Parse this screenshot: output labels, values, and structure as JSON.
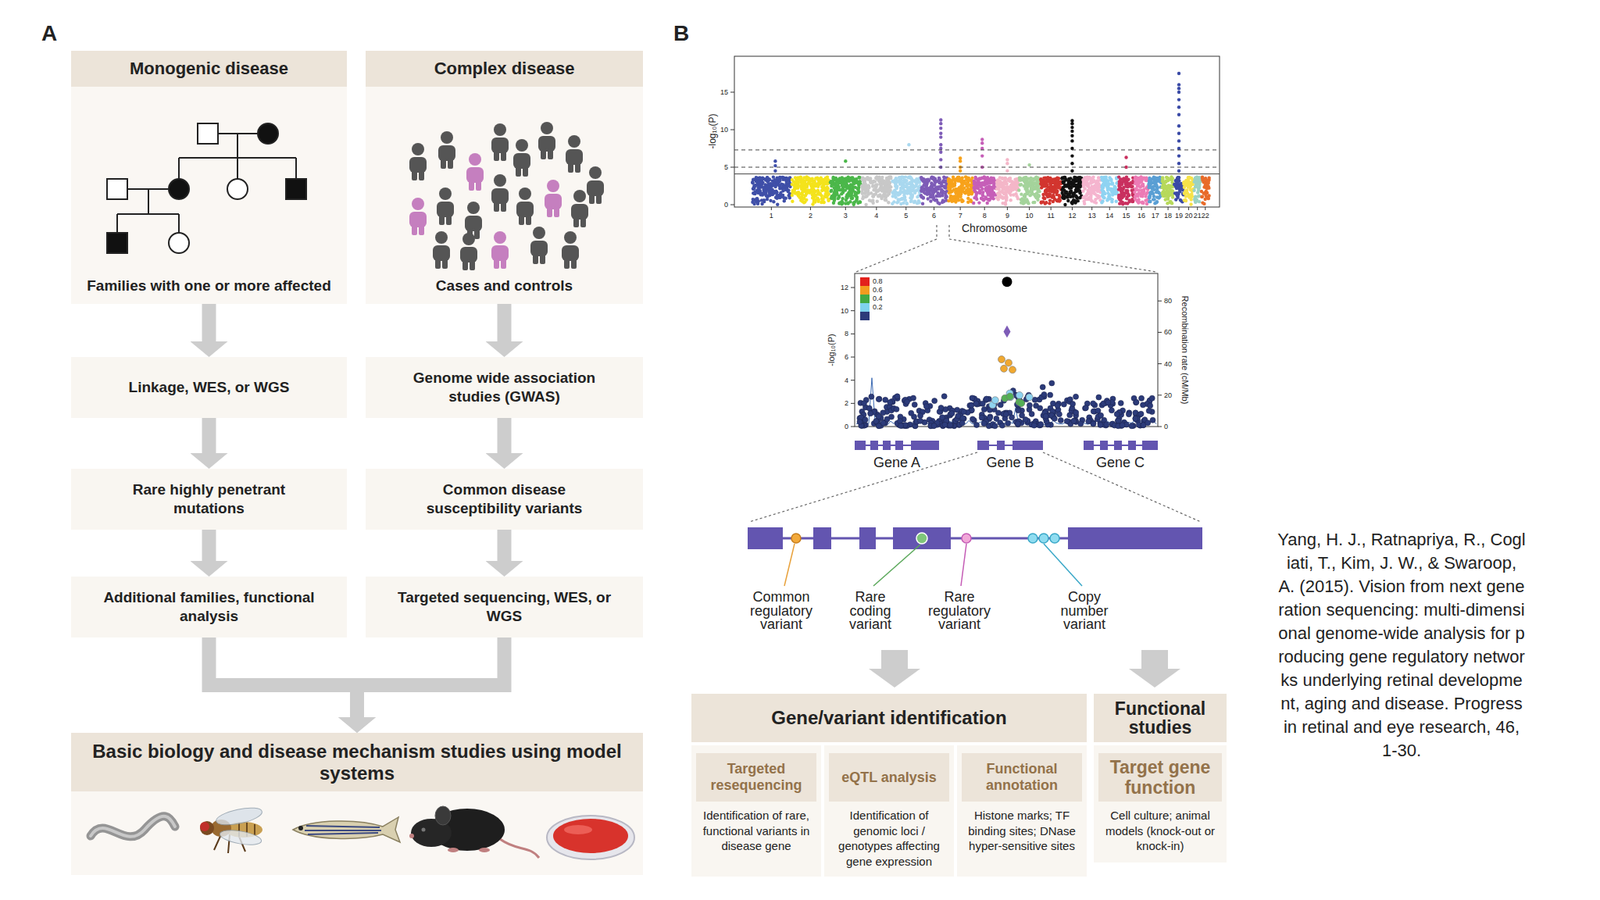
{
  "diagram": {
    "caption": "Yang, H. J., Ratnapriya, R., Cogliati, T., Kim, J. W., & Swaroop, A. (2015). Vision from next generation sequencing: multi-dimensional genome-wide analysis for producing gene regulatory networks underlying retinal development, aging and disease. Progress in retinal and eye research, 46, 1-30.",
    "nodes": [
      {
        "text": [
          "Monogenic disease"
        ]
      },
      {
        "text": [
          "Complex disease"
        ]
      },
      {
        "text": [
          "Families with one or more affected"
        ]
      },
      {
        "text": [
          "Cases and controls"
        ]
      },
      {
        "text": [
          "Linkage, WES, or WGS"
        ]
      },
      {
        "text": [
          "Genome wide association studies (GWAS)"
        ]
      },
      {
        "text": [
          "Rare highly penetrant mutations"
        ]
      },
      {
        "text": [
          "Common disease susceptibility variants"
        ]
      },
      {
        "text": [
          "Additional families, functional analysis"
        ]
      },
      {
        "text": [
          "Targeted sequencing, WES, or WGS"
        ]
      },
      {
        "text": [
          "Basic biology and disease mechanism studies using model systems"
        ]
      },
      {
        "text": [
          "Gene/variant identification"
        ]
      },
      {
        "text": [
          "Targeted resequencing",
          "Identification of rare, functional variants in disease gene"
        ],
        "in": 11
      },
      {
        "text": [
          "eQTL analysis",
          "Identification of genomic loci / genotypes affecting gene expression"
        ],
        "in": 11
      },
      {
        "text": [
          "Functional annotation",
          "Histone marks; TF binding sites; DNase hyper-sensitive sites"
        ],
        "in": 11
      },
      {
        "text": [
          "Functional studies"
        ]
      },
      {
        "text": [
          "Target gene function",
          "Cell culture; animal models (knock-out or knock-in)"
        ],
        "in": 15
      }
    ],
    "edges": [
      {
        "from": 2,
        "to": 4,
        "arrow": "to"
      },
      {
        "from": 4,
        "to": 6,
        "arrow": "to"
      },
      {
        "from": 6,
        "to": 8,
        "arrow": "to"
      },
      {
        "from": 3,
        "to": 5,
        "arrow": "to"
      },
      {
        "from": 5,
        "to": 7,
        "arrow": "to"
      },
      {
        "from": 7,
        "to": 9,
        "arrow": "to"
      },
      {
        "from": 8,
        "to": 10,
        "arrow": "to"
      },
      {
        "from": 9,
        "to": 10,
        "arrow": "to"
      }
    ],
    "labels": [
      "A",
      "B",
      "-log₁₀(P)",
      "0",
      "5",
      "10",
      "15",
      "1",
      "2",
      "3",
      "4",
      "5",
      "6",
      "7",
      "8",
      "9",
      "10",
      "11",
      "12",
      "13",
      "14",
      "15",
      "16",
      "17",
      "18",
      "19",
      "20",
      "21",
      "22",
      "Chromosome",
      "-log₁₀(P)",
      "0",
      "2",
      "4",
      "6",
      "8",
      "10",
      "12",
      "Recombination rate (cM/Mb)",
      "0",
      "20",
      "40",
      "60",
      "80",
      "Gene A",
      "Gene B",
      "Gene C",
      "Common regulatory variant",
      "Rare coding variant",
      "Rare regulatory variant",
      "Copy number variant"
    ],
    "legend": [
      {
        "text": "0.8",
        "color": "#e3211c"
      },
      {
        "text": "0.6",
        "color": "#f39c1f"
      },
      {
        "text": "0.4",
        "color": "#43a843"
      },
      {
        "text": "0.2",
        "color": "#7fd3ee"
      }
    ]
  }
}
